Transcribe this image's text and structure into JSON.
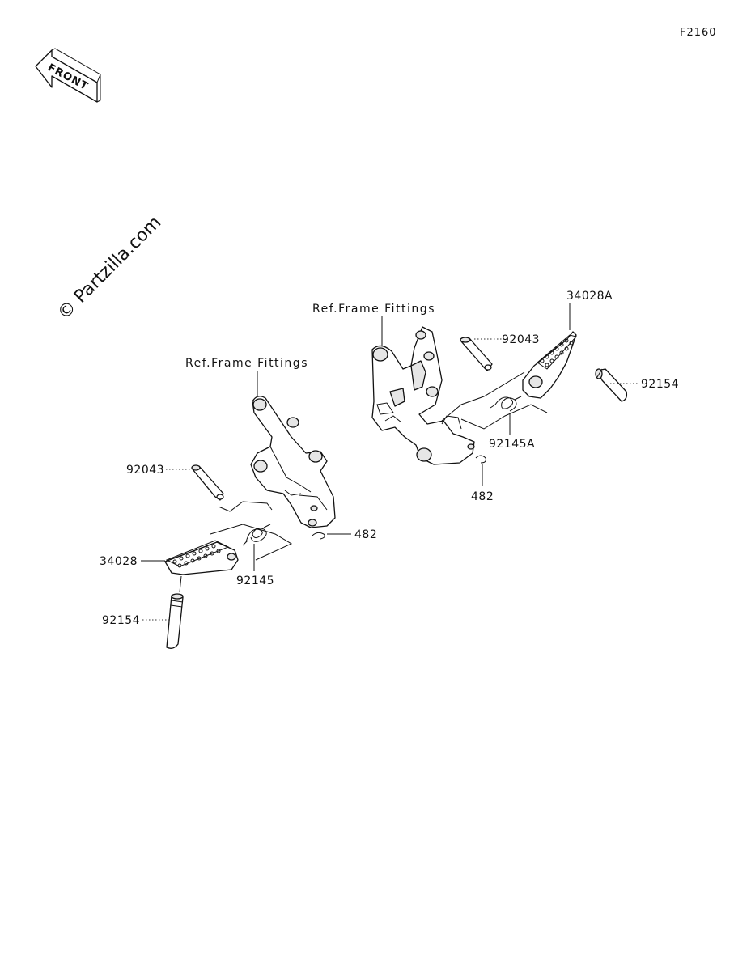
{
  "diagram": {
    "code": "F2160",
    "watermark": "© Partzilla.com",
    "front_label": "FRONT",
    "callouts": {
      "ref_left": "Ref.Frame Fittings",
      "ref_right": "Ref.Frame Fittings",
      "left_pin": "92043",
      "left_peg": "34028",
      "left_rubber": "92154",
      "left_spring": "92145",
      "left_clip": "482",
      "right_pin": "92043",
      "right_peg": "34028A",
      "right_rubber": "92154",
      "right_spring": "92145A",
      "right_clip": "482"
    }
  }
}
